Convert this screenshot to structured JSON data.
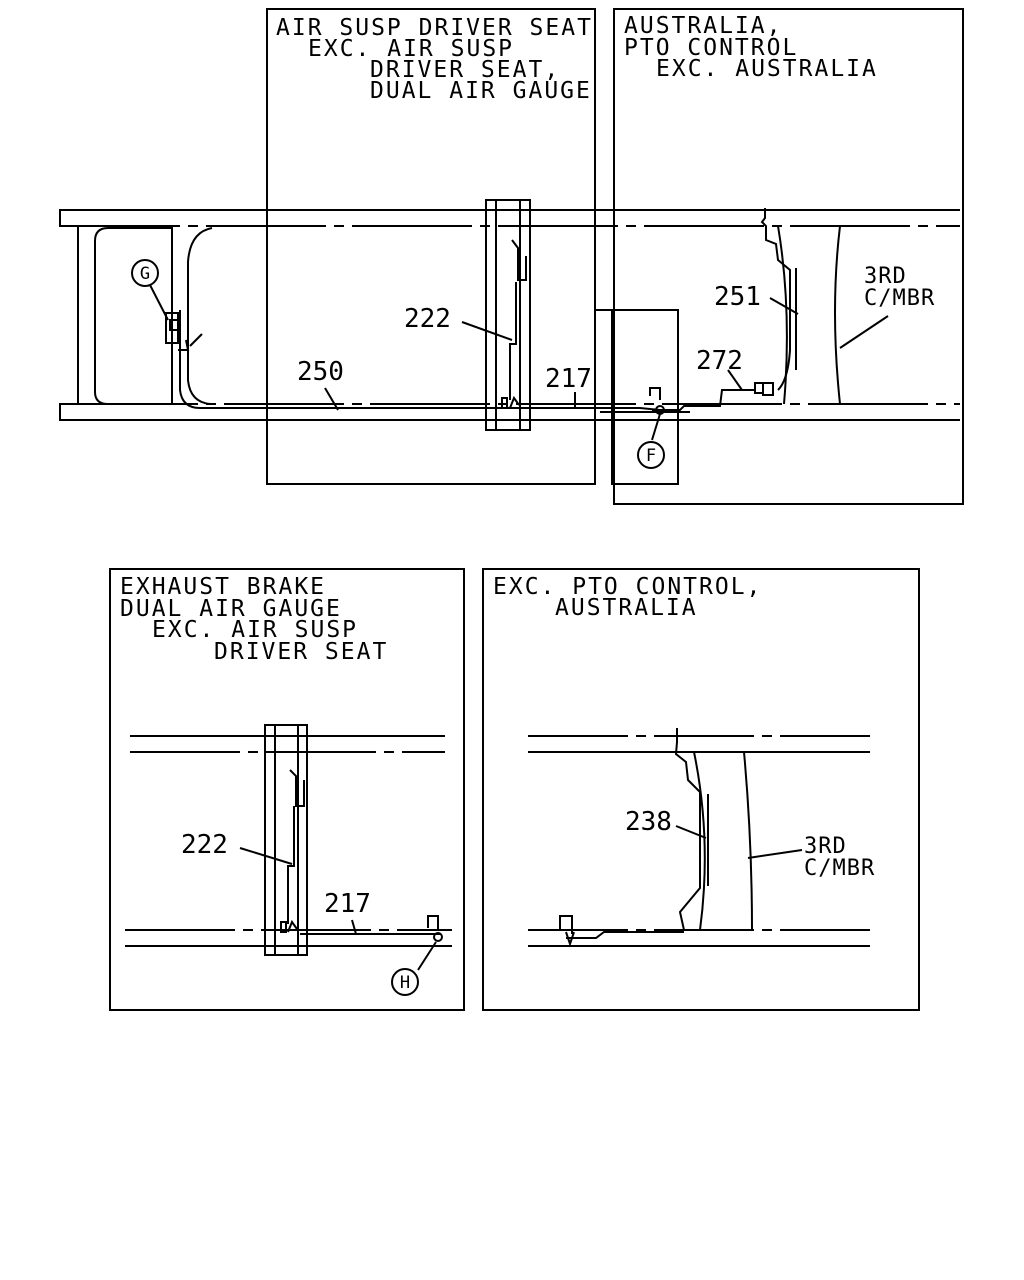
{
  "panels": {
    "top_left": {
      "caption_lines": [
        "AIR SUSP DRIVER SEAT",
        "EXC. AIR SUSP",
        "DRIVER SEAT,",
        "DUAL AIR GAUGE"
      ]
    },
    "top_right": {
      "caption_lines": [
        "AUSTRALIA,",
        "PTO CONTROL",
        "EXC. AUSTRALIA"
      ]
    },
    "bottom_left": {
      "caption_lines": [
        "EXHAUST BRAKE",
        "DUAL AIR GAUGE",
        "EXC. AIR SUSP",
        "DRIVER SEAT"
      ]
    },
    "bottom_right": {
      "caption_lines": [
        "EXC. PTO CONTROL,",
        "AUSTRALIA"
      ]
    }
  },
  "callouts": {
    "top": [
      "222",
      "250",
      "217",
      "251",
      "272"
    ],
    "bottom_left": [
      "222",
      "217"
    ],
    "bottom_right": [
      "238"
    ]
  },
  "cross_member_label": [
    "3RD",
    "C/MBR"
  ],
  "circle_markers": [
    "G",
    "F",
    "H"
  ]
}
